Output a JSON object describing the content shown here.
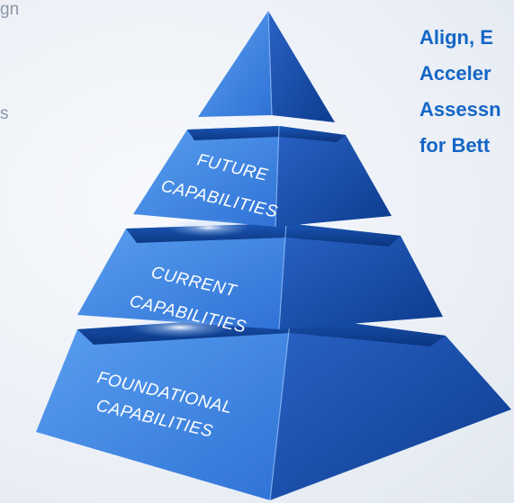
{
  "left_fragments": [
    "gn",
    "s"
  ],
  "headline_lines": [
    "Align, E",
    "Acceler",
    "Assessn",
    "for Bett"
  ],
  "tiers": {
    "future": [
      "FUTURE",
      "CAPABILITIES"
    ],
    "current": [
      "CURRENT",
      "CAPABILITIES"
    ],
    "foundational": [
      "FOUNDATIONAL",
      "CAPABILITIES"
    ]
  },
  "colors": {
    "pyramid_light": "#4f95ea",
    "pyramid_dark": "#0c3f93",
    "headline": "#1466c6",
    "fragment": "#8b96a8"
  }
}
